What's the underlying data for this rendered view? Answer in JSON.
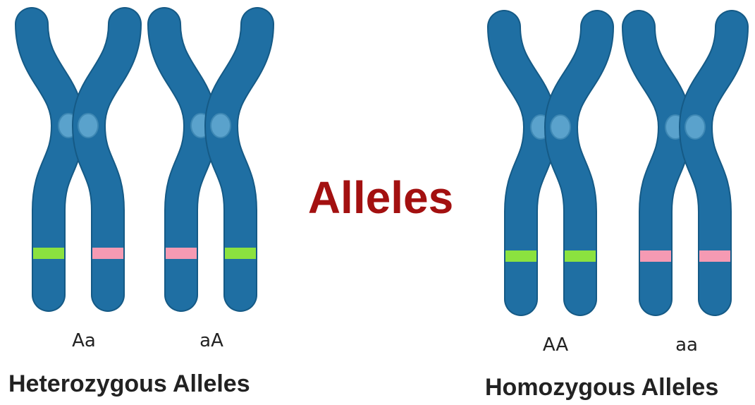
{
  "title": "Alleles",
  "groups": [
    {
      "label": "Heterozygous Alleles",
      "chromosomes": [
        {
          "genotype": "Aa",
          "alleles": [
            "green",
            "pink"
          ]
        },
        {
          "genotype": "aA",
          "alleles": [
            "pink",
            "green"
          ]
        }
      ]
    },
    {
      "label": "Homozygous Alleles",
      "chromosomes": [
        {
          "genotype": "AA",
          "alleles": [
            "green",
            "green"
          ]
        },
        {
          "genotype": "aa",
          "alleles": [
            "pink",
            "pink"
          ]
        }
      ]
    }
  ],
  "colors": {
    "chromosome": "#1f6fa3",
    "chromosome_outline": "#155a86",
    "centromere": "#5aa2cc",
    "green": "#8be23f",
    "pink": "#f59ab3",
    "title": "#a31010"
  }
}
